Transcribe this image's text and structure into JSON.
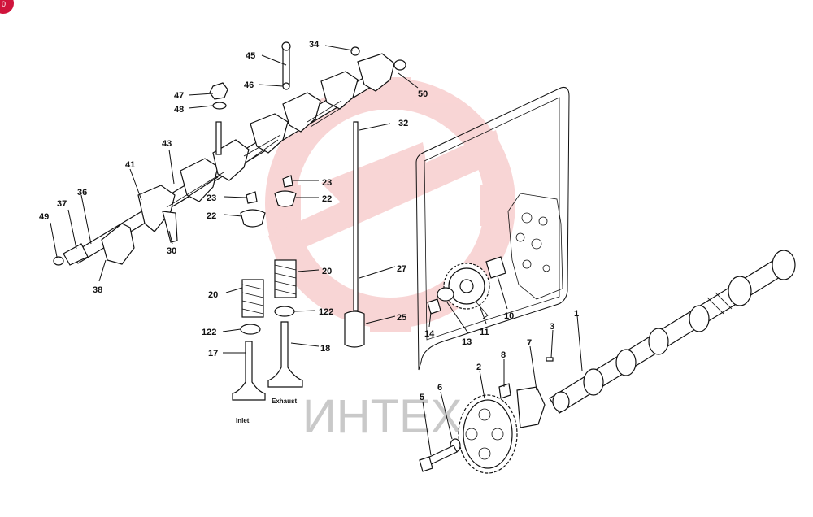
{
  "watermark": {
    "text": "ИНТЕХ",
    "color": "#f4b3b3"
  },
  "badge": {
    "text": "0",
    "color": "#d0143c"
  },
  "captions": {
    "inlet": "Inlet",
    "exhaust": "Exhaust"
  },
  "labels": {
    "l1": "1",
    "l2": "2",
    "l3": "3",
    "l5": "5",
    "l6": "6",
    "l7": "7",
    "l8": "8",
    "l10": "10",
    "l11": "11",
    "l13": "13",
    "l14": "14",
    "l17": "17",
    "l18": "18",
    "l20a": "20",
    "l20b": "20",
    "l22a": "22",
    "l22b": "22",
    "l23a": "23",
    "l23b": "23",
    "l25": "25",
    "l27": "27",
    "l30": "30",
    "l32": "32",
    "l34": "34",
    "l36": "36",
    "l37": "37",
    "l38": "38",
    "l41": "41",
    "l43": "43",
    "l45": "45",
    "l46": "46",
    "l47": "47",
    "l48": "48",
    "l49": "49",
    "l50": "50",
    "l122a": "122",
    "l122b": "122"
  }
}
